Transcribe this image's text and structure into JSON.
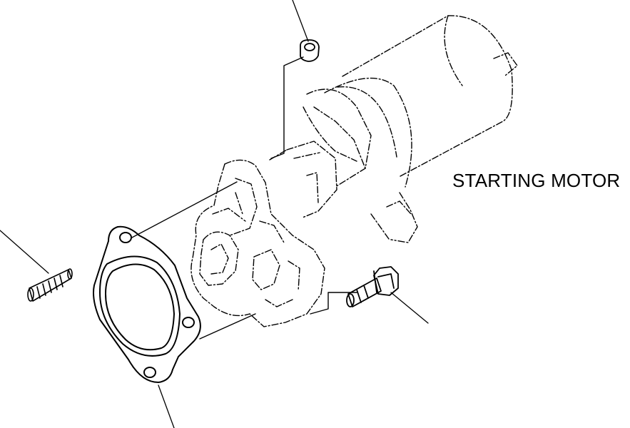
{
  "diagram": {
    "label": "STARTING MOTOR",
    "colors": {
      "ink": "#000000",
      "background": "#ffffff"
    },
    "parts": [
      "starting-motor",
      "gasket",
      "stud-bolt",
      "nut",
      "flange-bolt"
    ]
  }
}
